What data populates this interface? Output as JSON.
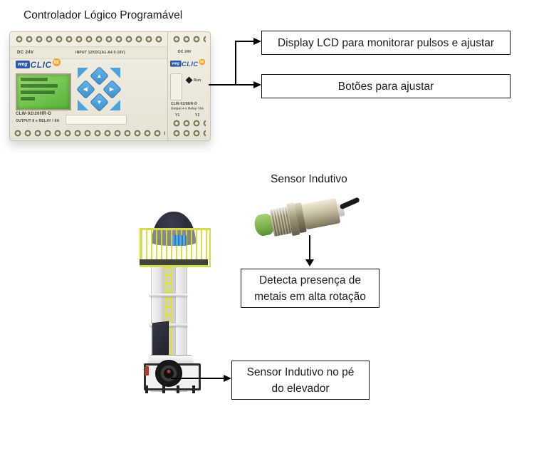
{
  "title": "Controlador Lógico Programável",
  "plc": {
    "logo": {
      "weg": "weg",
      "clic": "CLIC",
      "version": "02"
    },
    "labels": {
      "power": "DC 24V",
      "input": "INPUT 12XDC(A1-A4 0-10V)",
      "model": "CLW-02/20HR-D",
      "output": "OUTPUT 8 x RELAY / 8A"
    },
    "expansion": {
      "power": "DC 24V",
      "run": "Run",
      "model": "CLW-02/8ER-D",
      "output": "Output 4 x Relay / 8A",
      "y1": "Y1",
      "y2": "Y2"
    }
  },
  "sensor": {
    "title": "Sensor Indutivo"
  },
  "callouts": {
    "display_lcd": "Display LCD para monitorar pulsos e ajustar",
    "buttons": "Botões para ajustar",
    "detect_line1": "Detecta presença de",
    "detect_line2": "metais em alta rotação",
    "foot_line1": "Sensor Indutivo no pé",
    "foot_line2": "do elevador"
  },
  "icons": {
    "dpad_up": "▲",
    "dpad_down": "▼",
    "dpad_left": "◀",
    "dpad_right": "▶"
  },
  "colors": {
    "box_border": "#141414",
    "plc_body": "#eae6da",
    "lcd_green": "#6cc44a",
    "keypad_blue": "#4ba3de",
    "logo_blue": "#2456a4",
    "logo_orange": "#f08c00",
    "cage_yellow": "#d3da50",
    "ladder_yellow": "#dfe238",
    "head_navy": "#2a2c38",
    "motor_blue": "#3e8fd0",
    "sensor_green": "#7fb34f",
    "metal_khaki": "#b3aa8e"
  }
}
